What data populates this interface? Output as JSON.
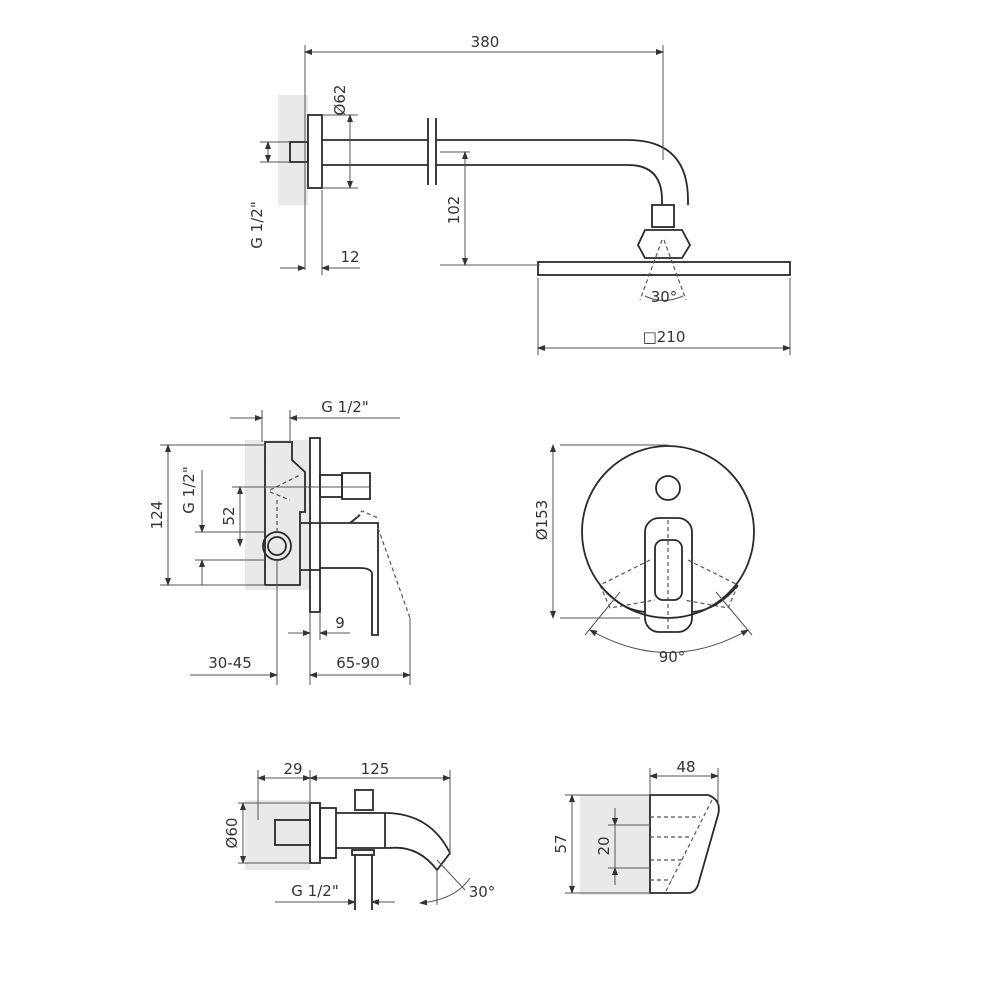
{
  "drawing": {
    "shower_arm": {
      "arm_length": "380",
      "flange_diameter": "Ø62",
      "thread": "G 1/2\"",
      "flange_thickness": "12",
      "drop": "102",
      "spray_angle": "30°",
      "head_size": "□210"
    },
    "mixer_side": {
      "thread_top": "G 1/2\"",
      "thread_side": "G 1/2\"",
      "height": "124",
      "offset": "52",
      "plate_thickness": "9",
      "install_depth": "30-45",
      "projection": "65-90"
    },
    "mixer_front": {
      "diameter": "Ø153",
      "handle_rotation": "90°"
    },
    "spout": {
      "flange_depth": "29",
      "length": "125",
      "flange_diameter": "Ø60",
      "thread": "G 1/2\"",
      "outlet_angle": "30°"
    },
    "holder": {
      "depth": "48",
      "height": "57",
      "slot": "20"
    }
  }
}
